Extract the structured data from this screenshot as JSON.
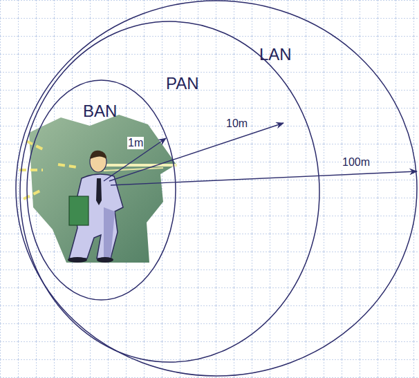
{
  "diagram": {
    "nodes": [
      {
        "text": [
          "LAN"
        ]
      },
      {
        "text": [
          "PAN"
        ],
        "in": 0
      },
      {
        "text": [
          "BAN"
        ],
        "in": 1
      }
    ],
    "labels": [
      "1m",
      "10m",
      "100m"
    ]
  }
}
